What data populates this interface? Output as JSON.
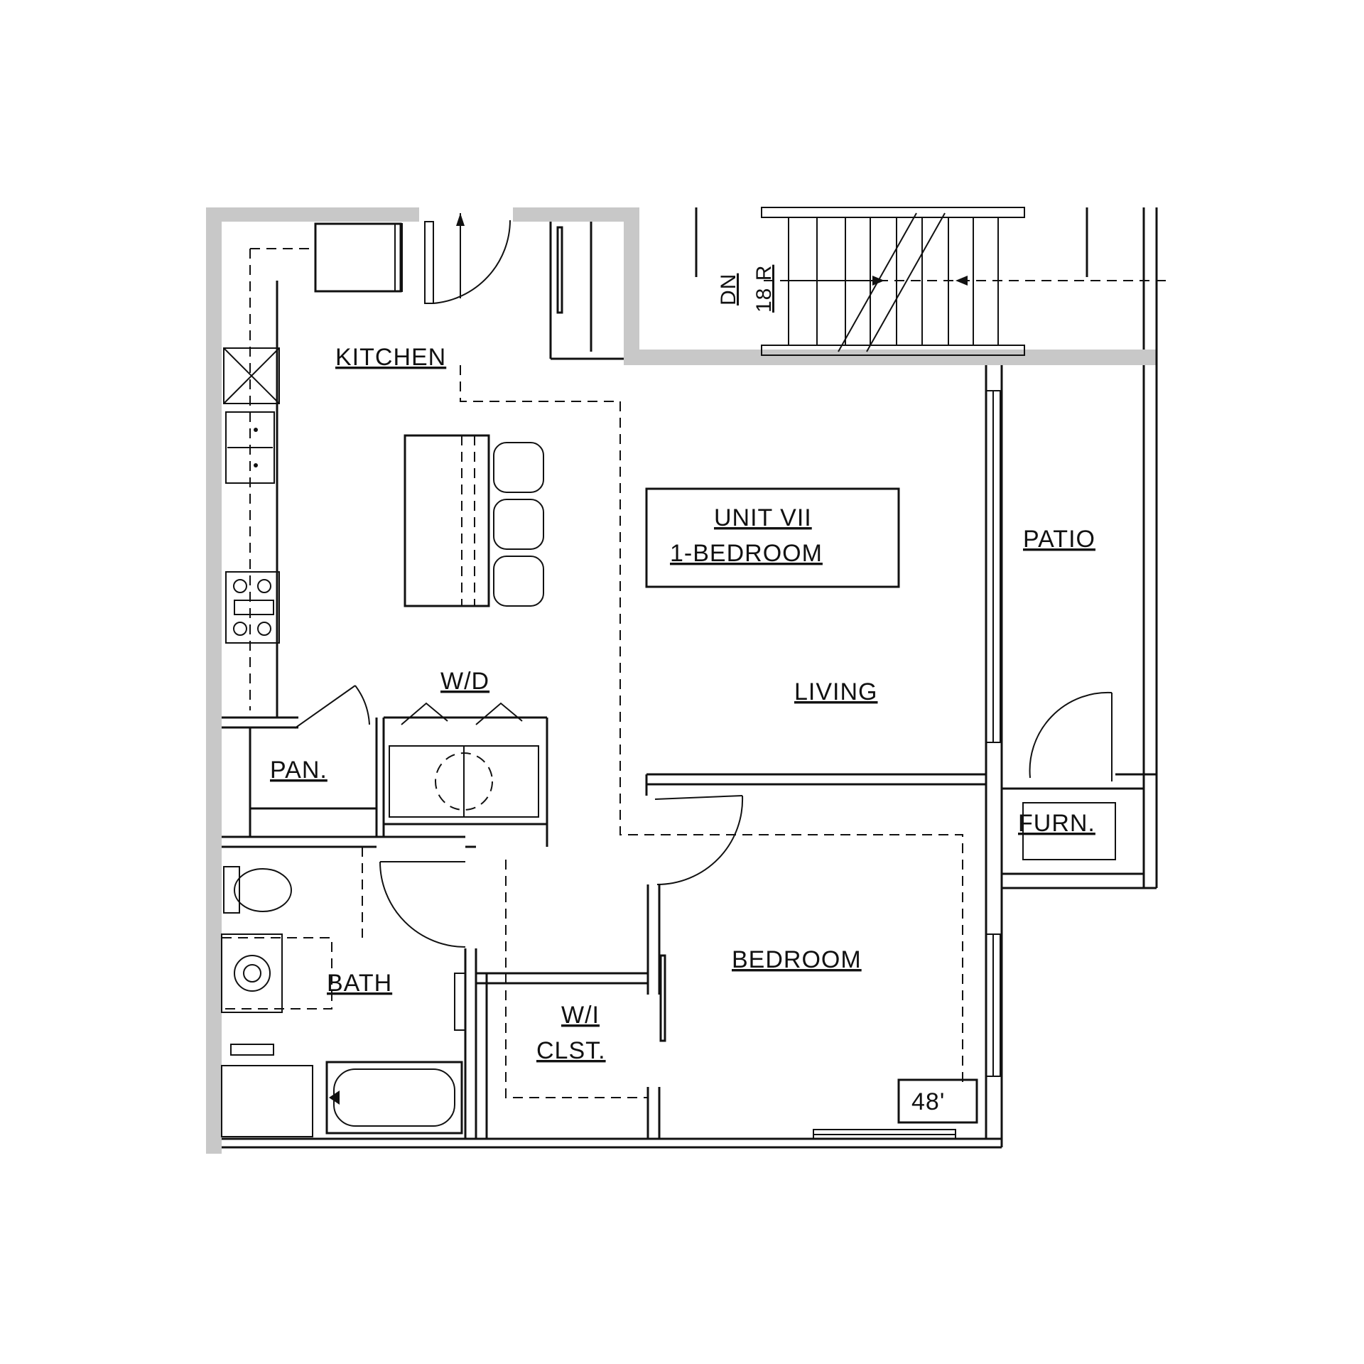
{
  "rooms": {
    "kitchen": "KITCHEN",
    "unit_line1": "UNIT VII",
    "unit_line2": "1-BEDROOM",
    "patio": "PATIO",
    "washer_dryer": "W/D",
    "living": "LIVING",
    "pantry": "PAN.",
    "furnace": "FURN.",
    "bedroom": "BEDROOM",
    "bath": "BATH",
    "closet_line1": "W/I",
    "closet_line2": "CLST."
  },
  "stair": {
    "direction": "DN",
    "risers": "18 R"
  },
  "dimension": "48'"
}
